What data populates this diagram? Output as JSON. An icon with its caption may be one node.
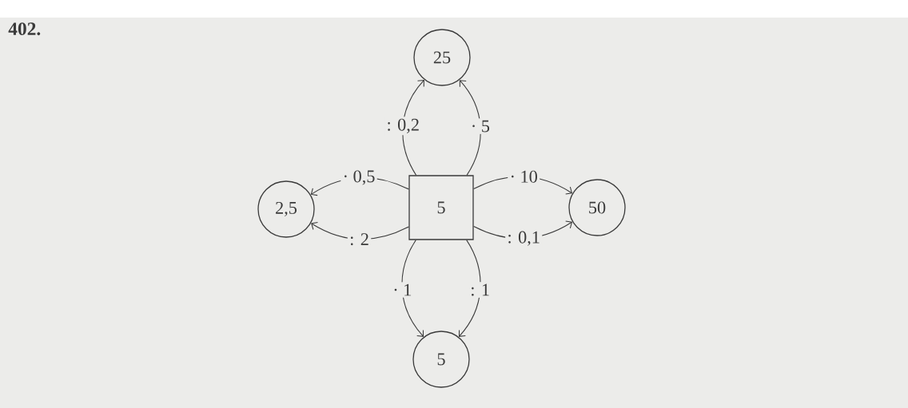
{
  "diagram": {
    "nodes": [
      {
        "text": [
          "5"
        ]
      },
      {
        "text": [
          "25"
        ]
      },
      {
        "text": [
          "2,5"
        ]
      },
      {
        "text": [
          "50"
        ]
      },
      {
        "text": [
          "5"
        ]
      }
    ],
    "edges": [
      {
        "from": 0,
        "to": 1,
        "arrow": "to",
        "label": ": 0,2"
      },
      {
        "from": 0,
        "to": 1,
        "arrow": "to",
        "label": "· 5"
      },
      {
        "from": 0,
        "to": 2,
        "arrow": "to",
        "label": "· 0,5"
      },
      {
        "from": 0,
        "to": 2,
        "arrow": "to",
        "label": ": 2"
      },
      {
        "from": 0,
        "to": 3,
        "arrow": "to",
        "label": "· 10"
      },
      {
        "from": 0,
        "to": 3,
        "arrow": "to",
        "label": ": 0,1"
      },
      {
        "from": 0,
        "to": 4,
        "arrow": "to",
        "label": "· 1"
      },
      {
        "from": 0,
        "to": 4,
        "arrow": "to",
        "label": ": 1"
      }
    ],
    "labels": [
      "402."
    ]
  }
}
